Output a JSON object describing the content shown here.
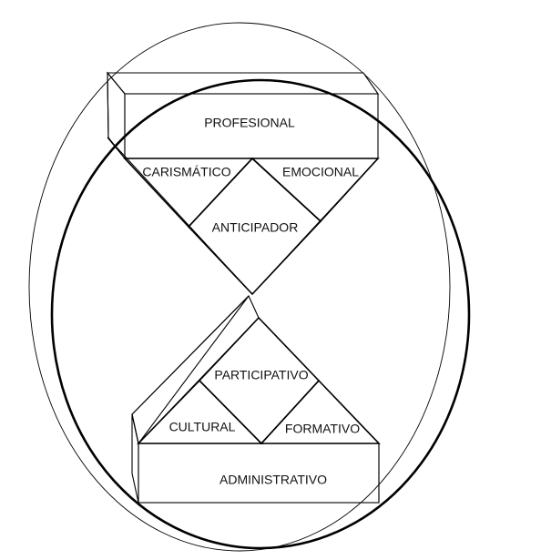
{
  "diagram": {
    "top_block": {
      "label": "PROFESIONAL"
    },
    "top_left_triangle": {
      "label": "CARISMÁTICO"
    },
    "top_right_triangle": {
      "label": "EMOCIONAL"
    },
    "top_diamond": {
      "label": "ANTICIPADOR"
    },
    "bottom_diamond": {
      "label": "PARTICIPATIVO"
    },
    "bottom_left_triangle": {
      "label": "CULTURAL"
    },
    "bottom_right_triangle": {
      "label": "FORMATIVO"
    },
    "bottom_block": {
      "label": "ADMINISTRATIVO"
    }
  }
}
